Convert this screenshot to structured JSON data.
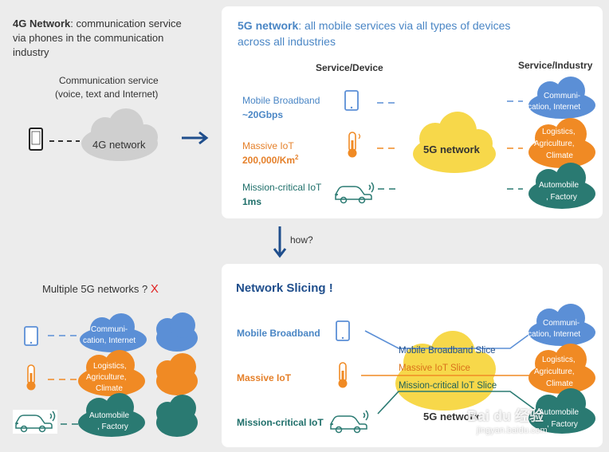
{
  "topleft": {
    "title_bold": "4G Network",
    "title_rest": ": communication service",
    "line2": "via phones in the communication",
    "line3": "industry",
    "comm_line1": "Communication service",
    "comm_line2": "(voice, text and Internet)",
    "cloud_label": "4G network"
  },
  "topright": {
    "title_bold": "5G network",
    "title_rest": ": all mobile services via all types of devices",
    "line2": "across all industries",
    "header_service_device": "Service/Device",
    "header_service_industry": "Service/Industry",
    "rows": [
      {
        "label": "Mobile Broadband",
        "sub": "~20Gbps"
      },
      {
        "label": "Massive IoT",
        "sub": "200,000/Km",
        "sup": "2"
      },
      {
        "label": "Mission-critical IoT",
        "sub": "1ms"
      }
    ],
    "center_cloud": "5G network",
    "industry_clouds": [
      {
        "l1": "Communi-",
        "l2": "cation, Internet"
      },
      {
        "l1": "Logistics,",
        "l2": "Agriculture,",
        "l3": "Climate"
      },
      {
        "l1": "Automobile",
        "l2": ", Factory"
      }
    ]
  },
  "how_label": "how?",
  "bottomleft": {
    "title": "Multiple 5G networks ? ",
    "title_x": "X",
    "clouds": [
      {
        "l1": "Communi-",
        "l2": "cation, Internet"
      },
      {
        "l1": "Logistics,",
        "l2": "Agriculture,",
        "l3": "Climate"
      },
      {
        "l1": "Automobile",
        "l2": ", Factory"
      }
    ]
  },
  "bottomright": {
    "title": "Network Slicing !",
    "rows": [
      "Mobile Broadband",
      "Massive IoT",
      "Mission-critical IoT"
    ],
    "slices": [
      "Mobile Broadband Slice",
      "Massive IoT Slice",
      "Mission-critical IoT Slice"
    ],
    "center_cloud": "5G network",
    "industry_clouds": [
      {
        "l1": "Communi-",
        "l2": "cation, Internet"
      },
      {
        "l1": "Logistics,",
        "l2": "Agriculture,",
        "l3": "Climate"
      },
      {
        "l1": "Automobile",
        "l2": ", Factory"
      }
    ]
  },
  "watermark": {
    "line1": "Bai du 经验",
    "line2": "jingyan.baidu.com"
  },
  "colors": {
    "blue": "#5b8fd6",
    "orange": "#f08a24",
    "teal": "#2a7a72",
    "yellow": "#f7d84a",
    "gray": "#cfcfcf",
    "navy": "#1f4e8c",
    "red": "#e02020"
  }
}
